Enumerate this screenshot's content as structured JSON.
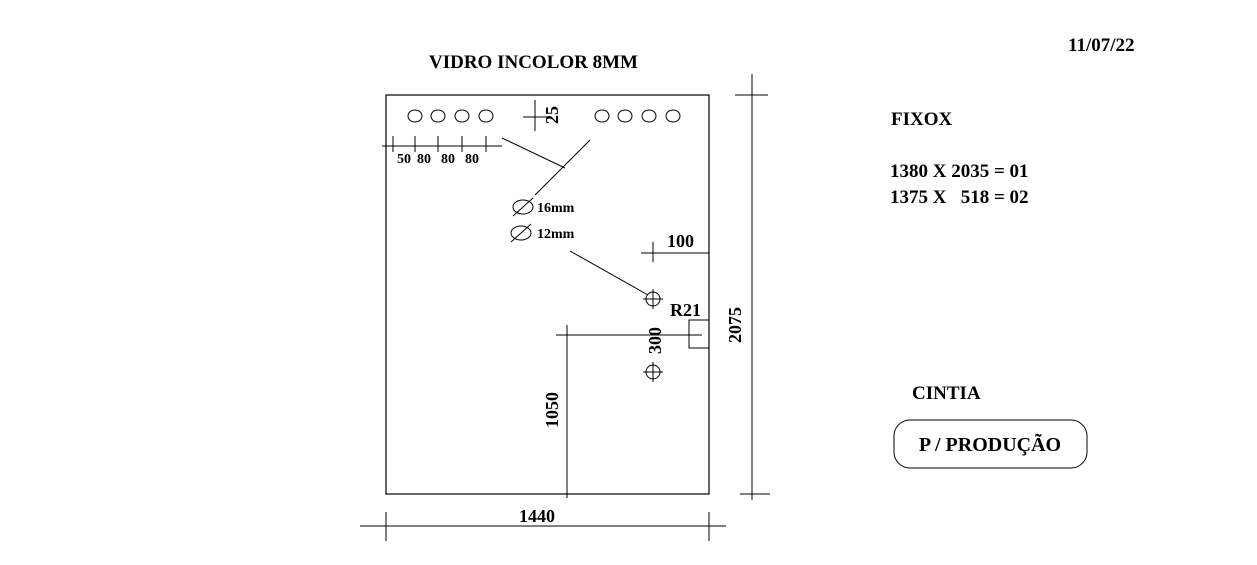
{
  "date": "11/07/22",
  "title": "VIDRO INCOLOR 8MM",
  "drawing": {
    "hole_spacing": [
      "50",
      "80",
      "80",
      "80"
    ],
    "top_offset": "25",
    "hole_16": "16mm",
    "hole_12": "12mm",
    "side_offset": "100",
    "radius": "R21",
    "cutout_height": "300",
    "height_to_cutout": "1050",
    "width": "1440",
    "height": "2075"
  },
  "notes": {
    "heading": "FIXOX",
    "line1": "1380 X 2035 = 01",
    "line2": "1375 X   518 = 02"
  },
  "client": "CINTIA",
  "production_label": "P / PRODUÇÃO"
}
